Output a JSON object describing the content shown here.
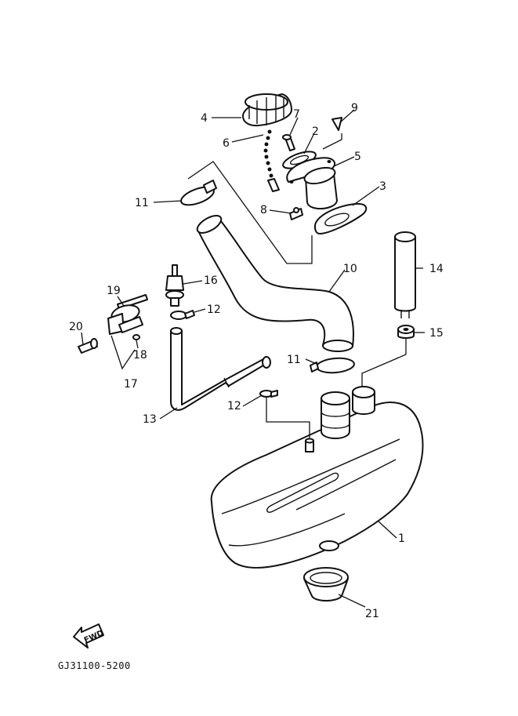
{
  "callouts": {
    "c1": "1",
    "c2": "2",
    "c3": "3",
    "c4": "4",
    "c5": "5",
    "c6": "6",
    "c7": "7",
    "c8": "8",
    "c9": "9",
    "c10": "10",
    "c11a": "11",
    "c11b": "11",
    "c12a": "12",
    "c12b": "12",
    "c13": "13",
    "c14": "14",
    "c15": "15",
    "c16": "16",
    "c17": "17",
    "c18": "18",
    "c19": "19",
    "c20": "20",
    "c21": "21"
  },
  "forward_badge": "FWD",
  "diagram_code": "GJ31100-5200"
}
